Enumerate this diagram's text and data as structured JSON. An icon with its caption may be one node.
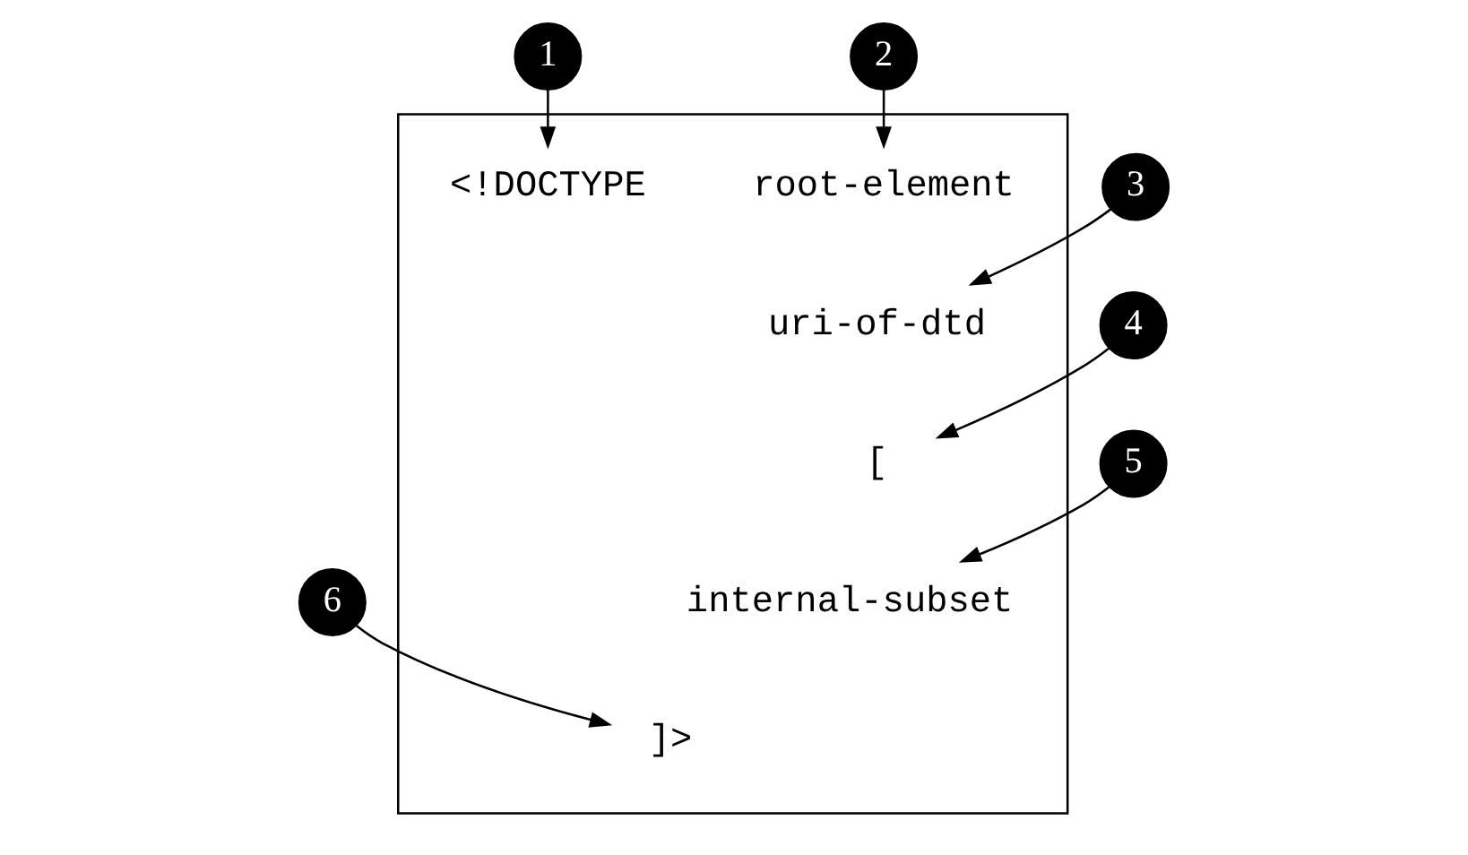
{
  "diagram": {
    "nodes": [
      {
        "text": [],
        "shape": "box"
      },
      {
        "text": [
          "<!DOCTYPE"
        ],
        "in": 0
      },
      {
        "text": [
          "root-element"
        ],
        "in": 0
      },
      {
        "text": [
          "uri-of-dtd"
        ],
        "in": 0
      },
      {
        "text": [
          "["
        ],
        "in": 0
      },
      {
        "text": [
          "internal-subset"
        ],
        "in": 0
      },
      {
        "text": [
          "]>"
        ],
        "in": 0
      },
      {
        "text": [
          "1"
        ]
      },
      {
        "text": [
          "2"
        ]
      },
      {
        "text": [
          "3"
        ]
      },
      {
        "text": [
          "4"
        ]
      },
      {
        "text": [
          "5"
        ]
      },
      {
        "text": [
          "6"
        ]
      }
    ],
    "edges": [
      {
        "from": 7,
        "to": 1,
        "arrow": "to"
      },
      {
        "from": 8,
        "to": 2,
        "arrow": "to"
      },
      {
        "from": 9,
        "to": 3,
        "arrow": "to"
      },
      {
        "from": 10,
        "to": 4,
        "arrow": "to"
      },
      {
        "from": 11,
        "to": 5,
        "arrow": "to"
      },
      {
        "from": 12,
        "to": 6,
        "arrow": "to"
      }
    ]
  }
}
